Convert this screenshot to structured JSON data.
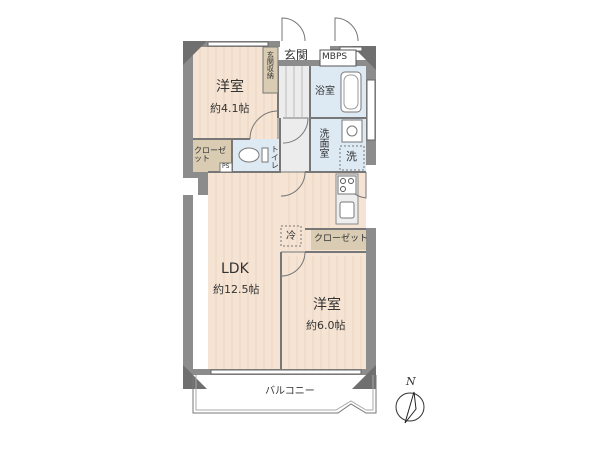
{
  "rooms": {
    "bedroom1": {
      "name": "洋室",
      "size": "約4.1帖"
    },
    "ldk": {
      "name": "LDK",
      "size": "約12.5帖"
    },
    "bedroom2": {
      "name": "洋室",
      "size": "約6.0帖"
    },
    "entrance": "玄関",
    "entrance_storage": "玄関収納",
    "mbps": "MBPS",
    "bath": "浴室",
    "washroom": "洗面室",
    "washer": "洗",
    "toilet": "トイレ",
    "closet1": "クローゼット",
    "closet2": "クローゼット",
    "fridge": "冷",
    "ps": "PS",
    "balcony": "バルコニー"
  },
  "compass": {
    "north_label": "N"
  },
  "colors": {
    "wall": "#8c8c8c",
    "wood_floor": "#f5e3d3",
    "wet_area": "#dde9f3",
    "closet": "#d9ccb3",
    "kitchen": "#eeeeee",
    "entrance": "#ececec"
  }
}
